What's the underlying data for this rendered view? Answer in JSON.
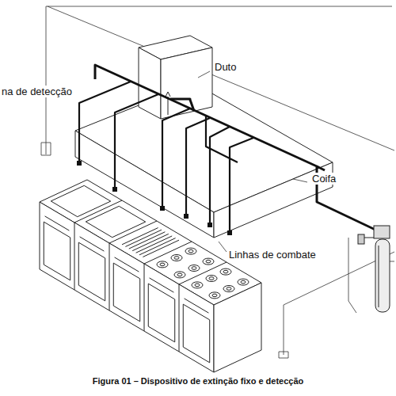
{
  "diagram": {
    "caption": "Figura 01 – Dispositivo de extinção fixo e detecção",
    "labels": [
      "Duto",
      "na de detecção",
      "Coifa",
      "Linhas de combate"
    ]
  }
}
